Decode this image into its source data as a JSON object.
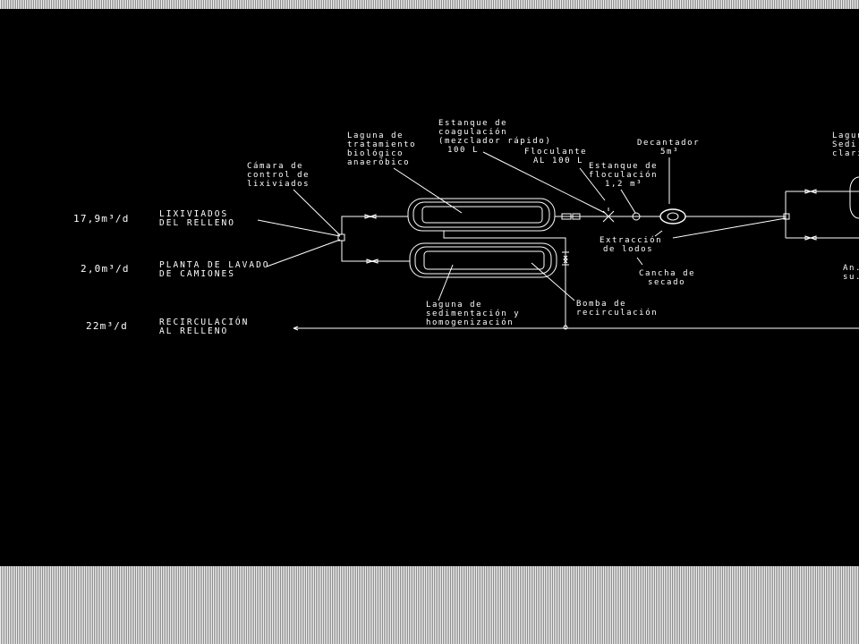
{
  "drawing": {
    "colors": {
      "background": "#000000",
      "linework": "#ffffff",
      "margin_pattern": "#b0b0b0"
    },
    "inflows": [
      {
        "flow": "17,9m³/d",
        "source_line1": "LIXIVIADOS",
        "source_line2": "DEL RELLENO"
      },
      {
        "flow": "2,0m³/d",
        "source_line1": "PLANTA DE LAVADO",
        "source_line2": "DE CAMIONES"
      },
      {
        "flow": "22m³/d",
        "source_line1": "RECIRCULACIÓN",
        "source_line2": "AL RELLENO"
      }
    ],
    "labels": {
      "camara": [
        "Cámara de",
        "control de",
        "lixiviados"
      ],
      "laguna_anaerobica": [
        "Laguna de",
        "tratamiento",
        "biológico",
        "anaeróbico"
      ],
      "estanque_coagulacion": [
        "Estanque de",
        "coagulación",
        "(mezclador rápido)",
        "100 L"
      ],
      "floculante": [
        "Floculante",
        "AL 100 L"
      ],
      "estanque_floculacion": [
        "Estanque de",
        "floculación",
        "1,2 m³"
      ],
      "decantador": [
        "Decantador",
        "5m³"
      ],
      "laguna_sedimentacion_right": [
        "Laguna",
        "Sedi...",
        "clari..."
      ],
      "extraccion_lodos": [
        "Extracción",
        "de lodos"
      ],
      "cancha_secado": [
        "Cancha de",
        "secado"
      ],
      "laguna_sedimentacion": [
        "Laguna de",
        "sedimentación y",
        "homogenización"
      ],
      "bomba": [
        "Bomba de",
        "recirculación"
      ],
      "right_cut": [
        "An...",
        "su..."
      ]
    }
  }
}
